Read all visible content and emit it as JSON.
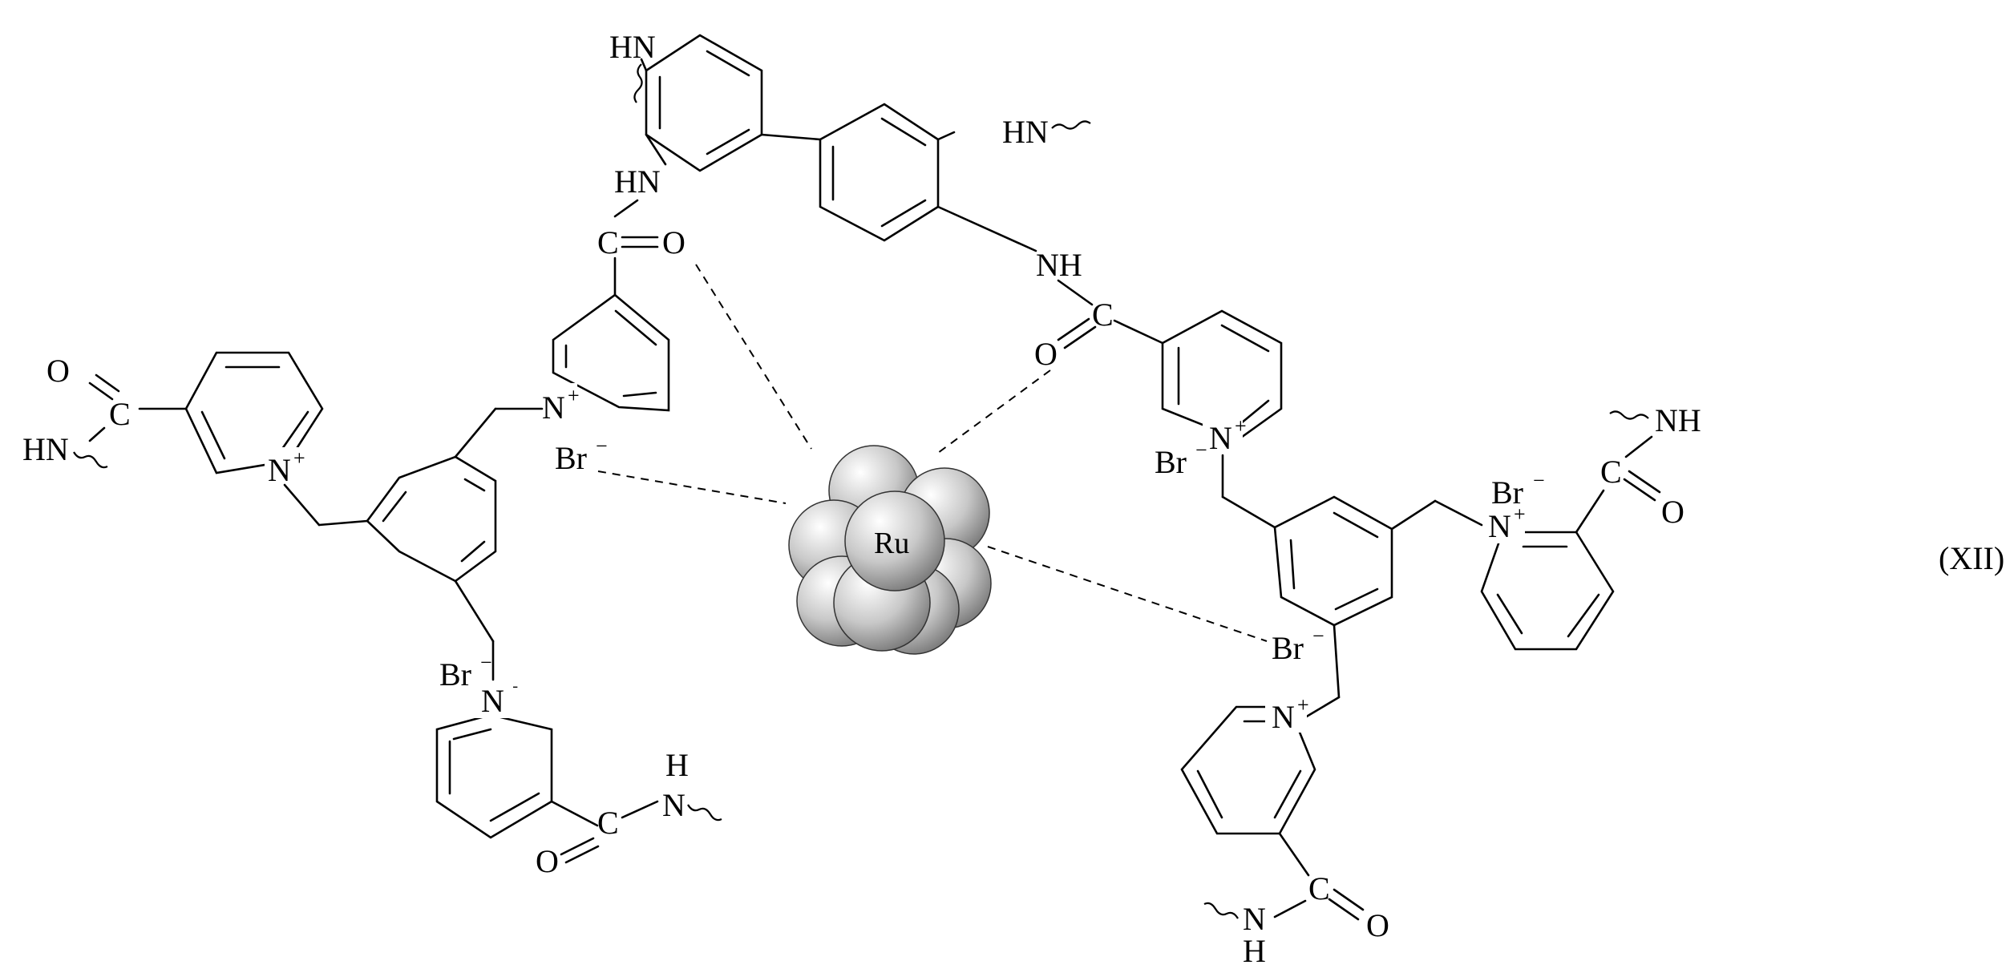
{
  "figure": {
    "compound_label": "(XII)",
    "metal_label": "Ru",
    "atoms": {
      "hn": "HN",
      "nh": "NH",
      "n": "N",
      "h": "H",
      "c": "C",
      "o": "O",
      "br": "Br",
      "plus": "+",
      "minus": "−"
    }
  }
}
